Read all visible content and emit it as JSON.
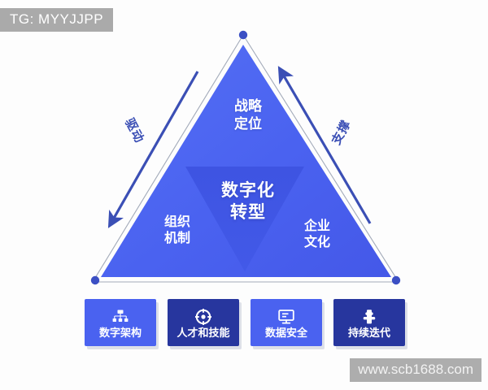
{
  "overlay": {
    "tg_tag": "TG: MYYJJPP",
    "watermark": "www.scb1688.com"
  },
  "diagram": {
    "type": "triangle-pyramid",
    "apex_label": "战略\n定位",
    "center_label": "数字化\n转型",
    "left_corner_label": "组织\n机制",
    "right_corner_label": "企业\n文化",
    "arrows": [
      {
        "name": "left-arrow",
        "caption": "驱动",
        "direction": "down-left"
      },
      {
        "name": "right-arrow",
        "caption": "支撑",
        "direction": "up-right"
      }
    ],
    "colors": {
      "triangle_fill_light": "#4a62f0",
      "triangle_fill_mid": "#4f63ef",
      "inner_triangle": "#3f55e0",
      "outline": "#9aa3b8",
      "vertex_dot": "#3b4fc4",
      "arrow": "#3b4fb5",
      "caption_text": "#3b4fb5"
    }
  },
  "cards": [
    {
      "label": "数字架构",
      "icon": "org-chart-icon",
      "color": "#4a62f0"
    },
    {
      "label": "人才和技能",
      "icon": "target-icon",
      "color": "#27369e"
    },
    {
      "label": "数据安全",
      "icon": "monitor-icon",
      "color": "#4a62f0"
    },
    {
      "label": "持续迭代",
      "icon": "puzzle-icon",
      "color": "#27369e"
    }
  ]
}
